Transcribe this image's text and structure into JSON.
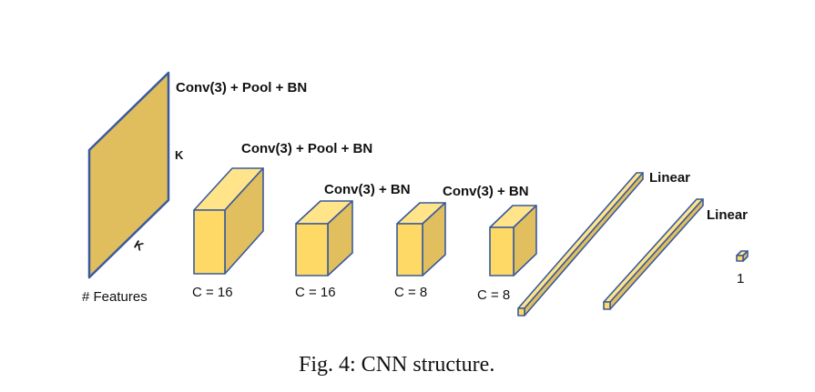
{
  "colors": {
    "face_front": "#FFD966",
    "face_side": "#E2BF5E",
    "face_top": "#FFE48A",
    "plane_fill": "#E0BE5D",
    "edge": "#3A5A9C"
  },
  "input": {
    "label": "# Features",
    "k_vertical": "K",
    "k_diagonal": "K",
    "op_label": "Conv(3) + Pool + BN"
  },
  "blocks": [
    {
      "op_label": "Conv(3) + Pool + BN",
      "channels": "C = 16"
    },
    {
      "op_label": "Conv(3) + BN",
      "channels": "C = 16"
    },
    {
      "op_label": "Conv(3) + BN",
      "channels": "C = 8"
    },
    {
      "op_label": "",
      "channels": "C = 8"
    }
  ],
  "linear_layers": [
    {
      "label": "Linear"
    },
    {
      "label": "Linear"
    }
  ],
  "output": {
    "label": "1"
  },
  "caption": "Fig. 4: CNN structure."
}
